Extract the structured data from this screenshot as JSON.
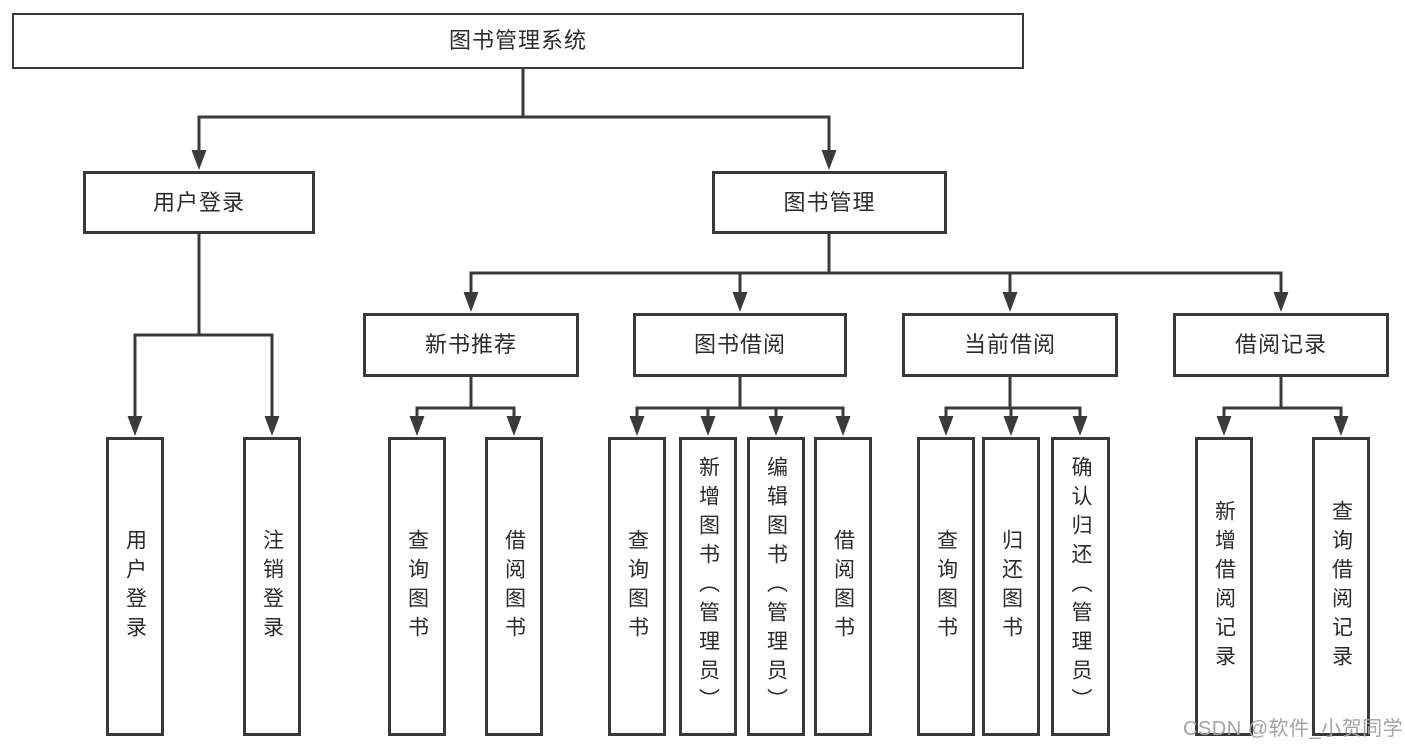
{
  "colors": {
    "background": "#ffffff",
    "line": "#3a3a3a",
    "box_border": "#383838",
    "text": "#2b2b2b",
    "watermark": "#a3a3a3"
  },
  "tree": {
    "root": {
      "label": "图书管理系统"
    },
    "user": {
      "label": "用户登录",
      "children": [
        {
          "label": "用户登录"
        },
        {
          "label": "注销登录"
        }
      ]
    },
    "books": {
      "label": "图书管理",
      "children": [
        {
          "label": "新书推荐",
          "children": [
            {
              "label": "查询图书"
            },
            {
              "label": "借阅图书"
            }
          ]
        },
        {
          "label": "图书借阅",
          "children": [
            {
              "label": "查询图书"
            },
            {
              "label": "新增图书（管理员）"
            },
            {
              "label": "编辑图书（管理员）"
            },
            {
              "label": "借阅图书"
            }
          ]
        },
        {
          "label": "当前借阅",
          "children": [
            {
              "label": "查询图书"
            },
            {
              "label": "归还图书"
            },
            {
              "label": "确认归还（管理员）"
            }
          ]
        },
        {
          "label": "借阅记录",
          "children": [
            {
              "label": "新增借阅记录"
            },
            {
              "label": "查询借阅记录"
            }
          ]
        }
      ]
    }
  },
  "watermark": {
    "text": "CSDN @软件_小贺同学"
  }
}
